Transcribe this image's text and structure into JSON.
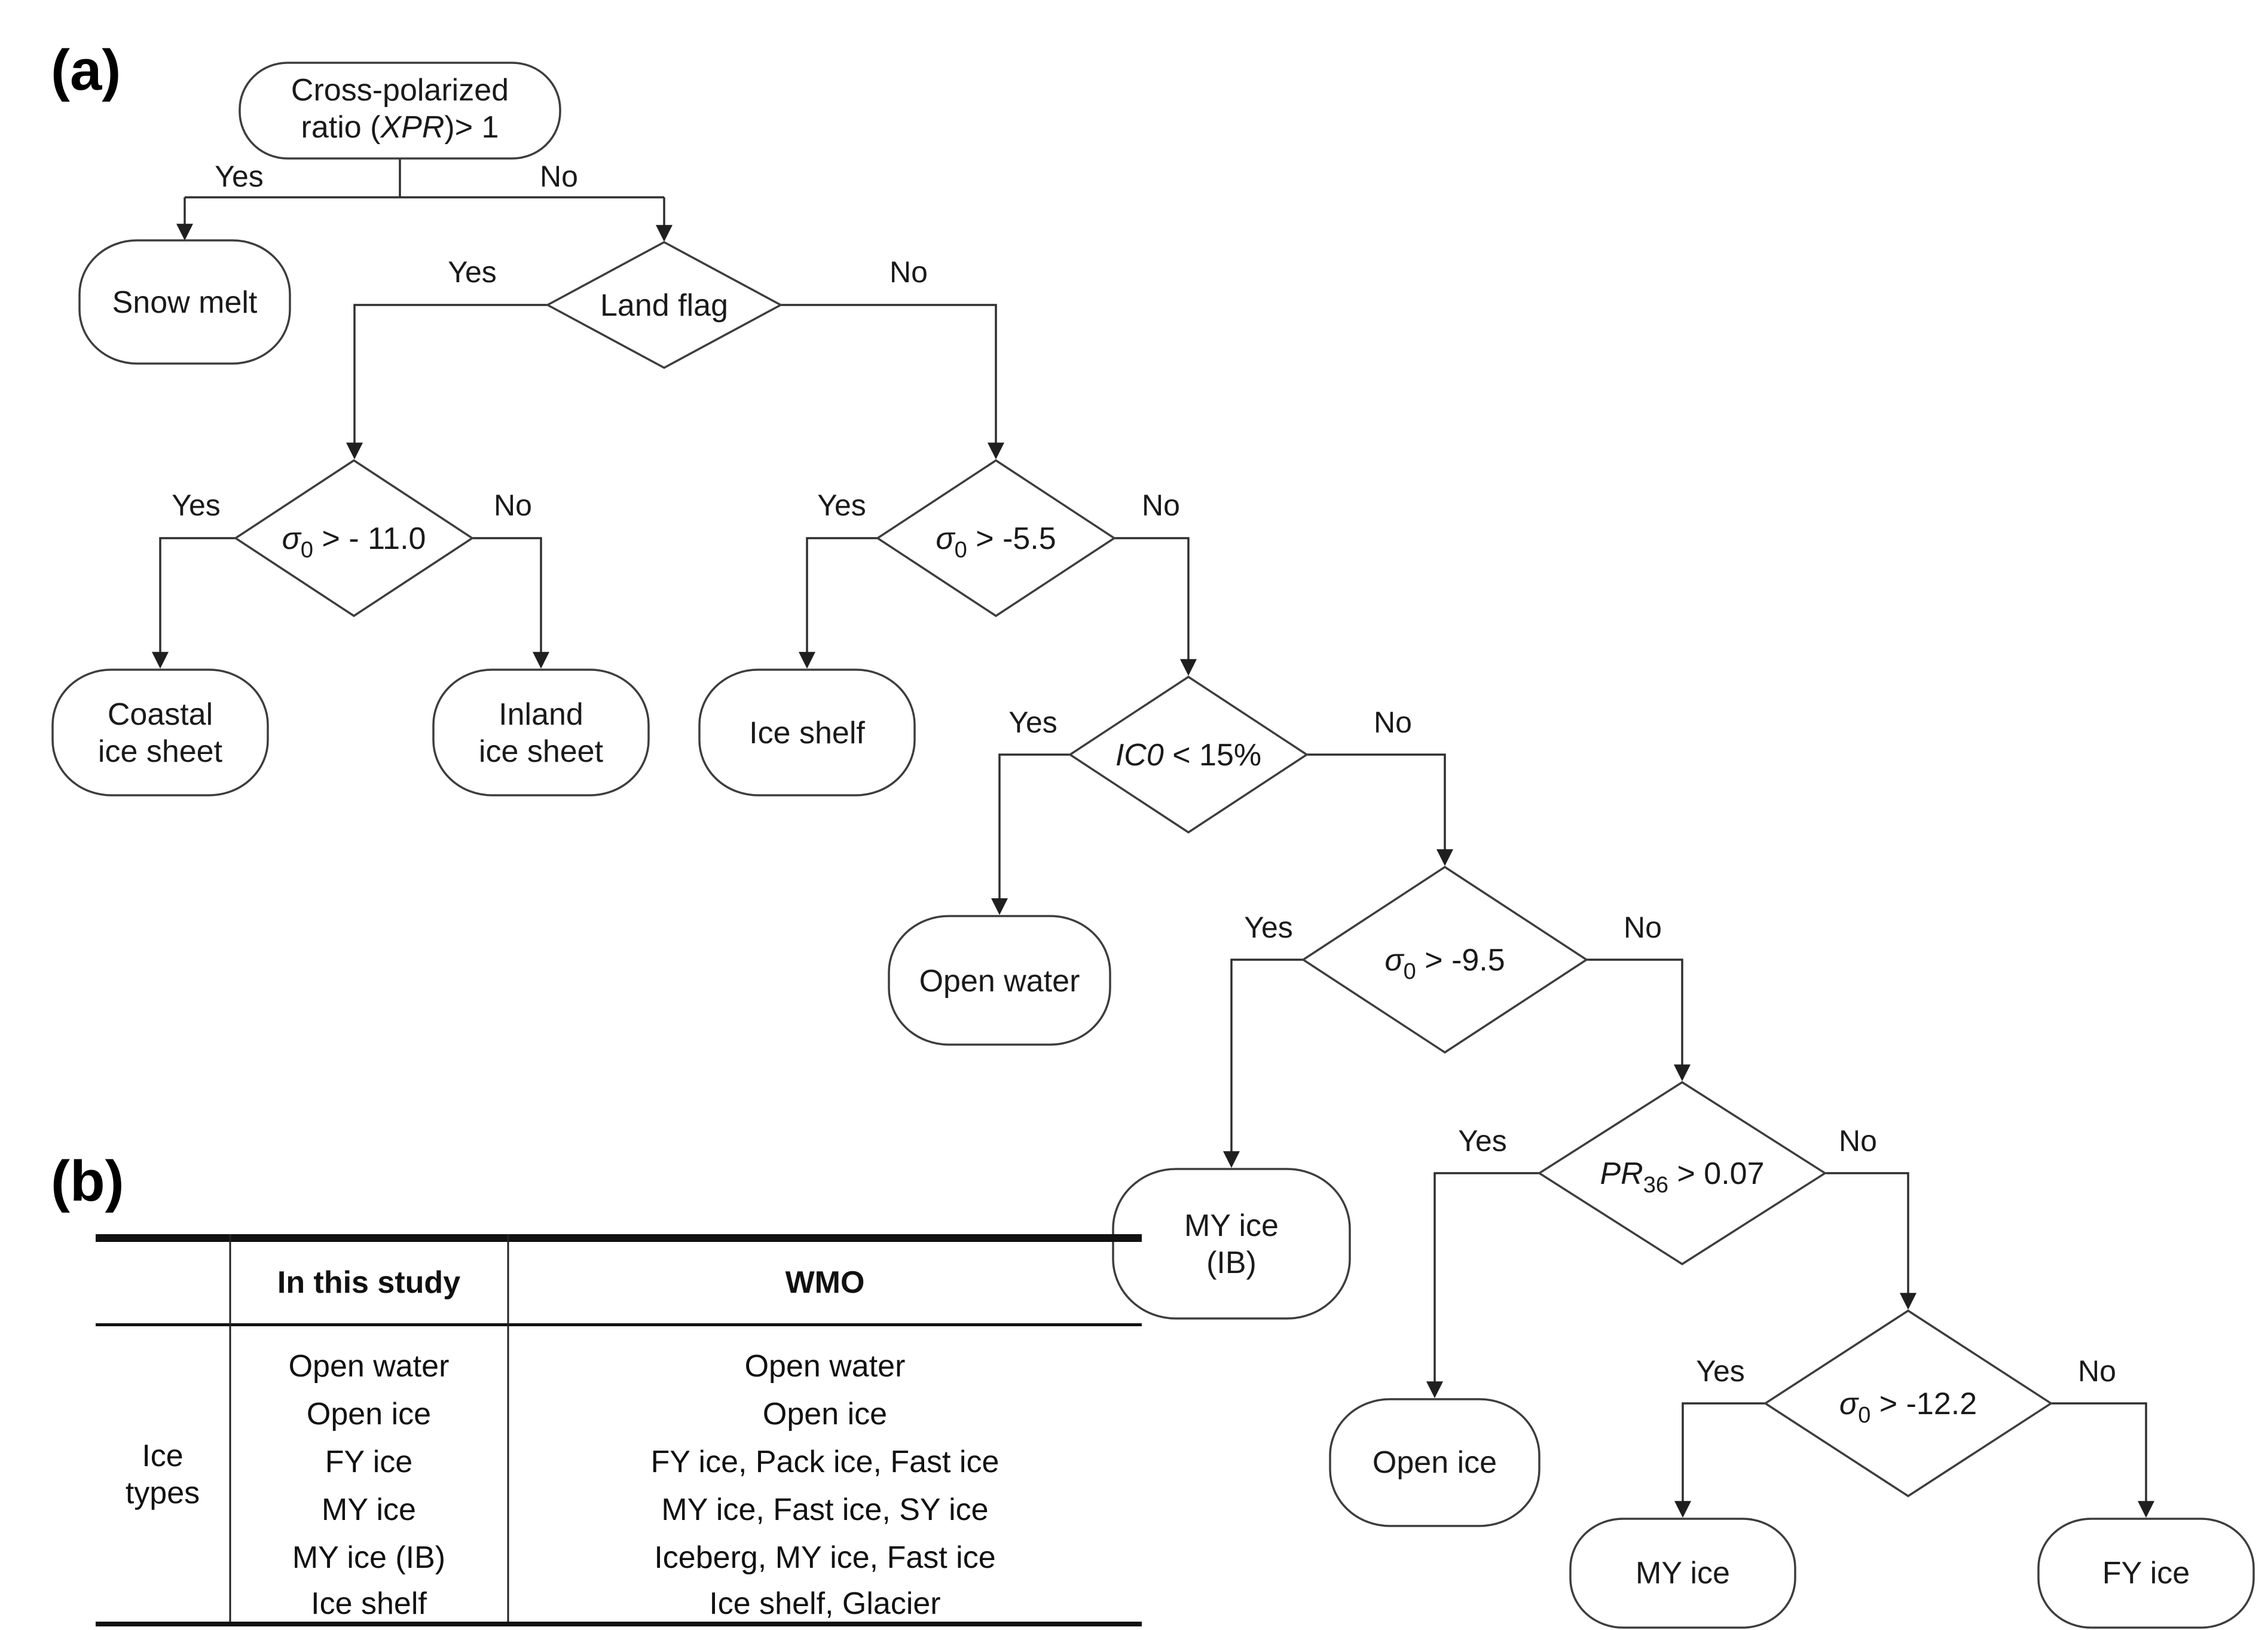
{
  "colors": {
    "background": "#ffffff",
    "ink": "#222222"
  },
  "panels": {
    "a": "(a)",
    "b": "(b)"
  },
  "flowchart": {
    "start": {
      "line1": "Cross-polarized",
      "line2_pre": "ratio (",
      "line2_italic": "XPR",
      "line2_post": ")> 1",
      "yes": "Yes",
      "no": "No"
    },
    "decisions": {
      "land_flag": {
        "label": "Land flag",
        "yes": "Yes",
        "no": "No"
      },
      "sigma0_minus11": {
        "symbol": "σ",
        "subscript": "0",
        "condition": " > - 11.0",
        "yes": "Yes",
        "no": "No"
      },
      "sigma0_minus55": {
        "symbol": "σ",
        "subscript": "0",
        "condition": " > -5.5",
        "yes": "Yes",
        "no": "No"
      },
      "ic0_lt_15": {
        "symbol": "IC0",
        "condition": " < 15%",
        "yes": "Yes",
        "no": "No"
      },
      "sigma0_minus95": {
        "symbol": "σ",
        "subscript": "0",
        "condition": " > -9.5",
        "yes": "Yes",
        "no": "No"
      },
      "pr36_gt_007": {
        "symbol": "PR",
        "subscript": "36",
        "condition": " > 0.07",
        "yes": "Yes",
        "no": "No"
      },
      "sigma0_minus122": {
        "symbol": "σ",
        "subscript": "0",
        "condition": " > -12.2",
        "yes": "Yes",
        "no": "No"
      }
    },
    "terminals": {
      "snow_melt": {
        "label": "Snow melt"
      },
      "coastal_ice_sheet": {
        "line1": "Coastal",
        "line2": "ice sheet"
      },
      "inland_ice_sheet": {
        "line1": "Inland",
        "line2": "ice sheet"
      },
      "ice_shelf": {
        "label": "Ice shelf"
      },
      "open_water": {
        "label": "Open water"
      },
      "my_ice_ib": {
        "line1": "MY ice",
        "line2": "(IB)"
      },
      "open_ice": {
        "label": "Open ice"
      },
      "my_ice": {
        "label": "MY ice"
      },
      "fy_ice": {
        "label": "FY ice"
      }
    }
  },
  "table": {
    "row_group": {
      "line1": "Ice",
      "line2": "types"
    },
    "col_headers": [
      "In this study",
      "WMO"
    ],
    "rows": [
      [
        "Open water",
        "Open water"
      ],
      [
        "Open ice",
        "Open ice"
      ],
      [
        "FY ice",
        "FY ice, Pack ice, Fast ice"
      ],
      [
        "MY ice",
        "MY ice, Fast ice, SY ice"
      ],
      [
        "MY ice (IB)",
        "Iceberg, MY ice, Fast ice"
      ],
      [
        "Ice shelf",
        "Ice shelf, Glacier"
      ]
    ]
  }
}
